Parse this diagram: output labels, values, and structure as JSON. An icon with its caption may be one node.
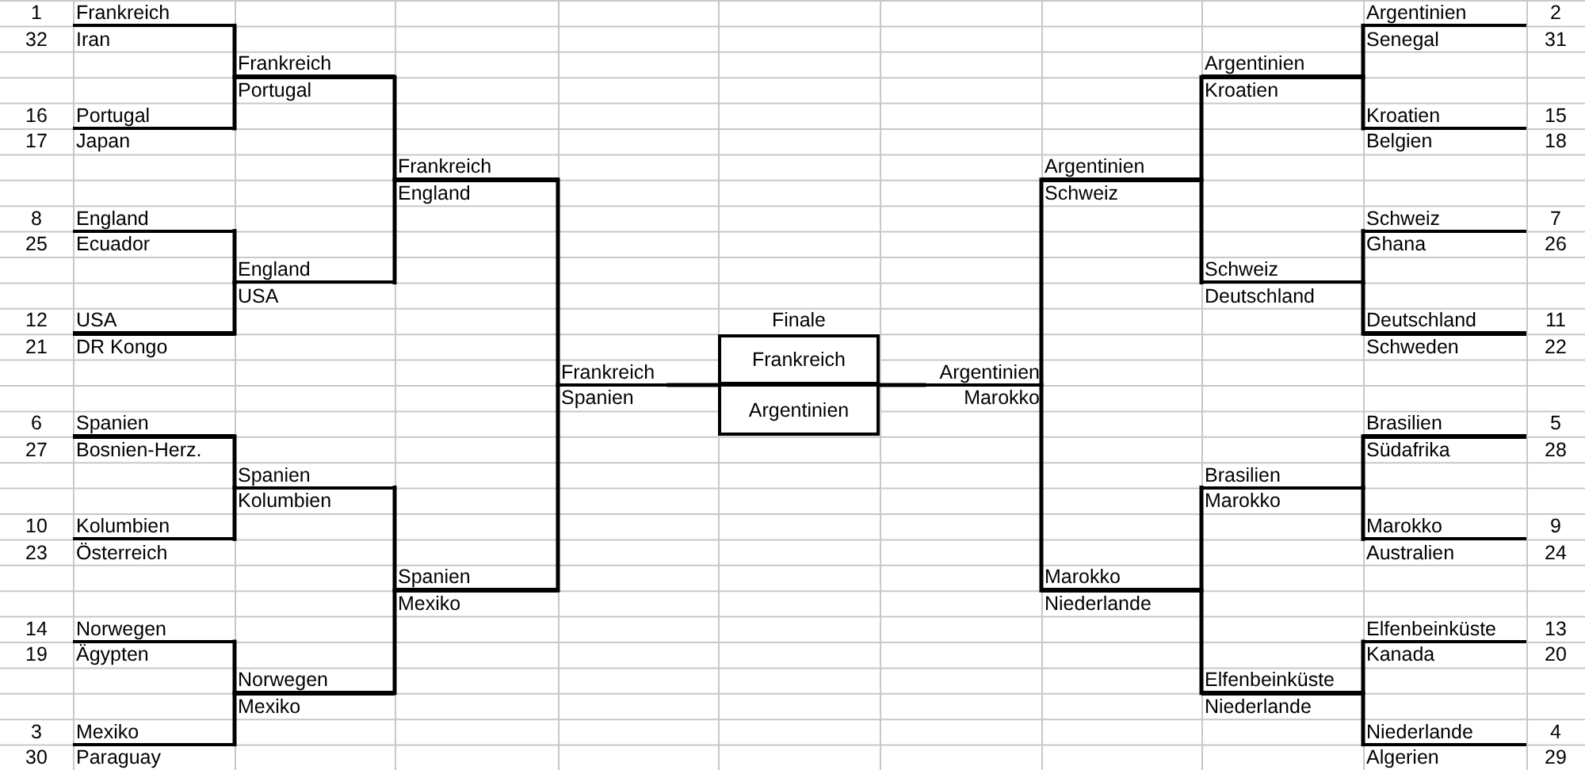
{
  "diagram": {
    "nodes": [
      {
        "text": [
          "Frankreich",
          "Iran"
        ],
        "beside": [
          "1",
          "32"
        ]
      },
      {
        "text": [
          "Portugal",
          "Japan"
        ],
        "beside": [
          "16",
          "17"
        ]
      },
      {
        "text": [
          "England",
          "Ecuador"
        ],
        "beside": [
          "8",
          "25"
        ]
      },
      {
        "text": [
          "USA",
          "DR Kongo"
        ],
        "beside": [
          "12",
          "21"
        ]
      },
      {
        "text": [
          "Spanien",
          "Bosnien-Herz."
        ],
        "beside": [
          "6",
          "27"
        ]
      },
      {
        "text": [
          "Kolumbien",
          "Österreich"
        ],
        "beside": [
          "10",
          "23"
        ]
      },
      {
        "text": [
          "Norwegen",
          "Ägypten"
        ],
        "beside": [
          "14",
          "19"
        ]
      },
      {
        "text": [
          "Mexiko",
          "Paraguay"
        ],
        "beside": [
          "3",
          "30"
        ]
      },
      {
        "text": [
          "Frankreich",
          "Portugal"
        ]
      },
      {
        "text": [
          "England",
          "USA"
        ]
      },
      {
        "text": [
          "Spanien",
          "Kolumbien"
        ]
      },
      {
        "text": [
          "Norwegen",
          "Mexiko"
        ]
      },
      {
        "text": [
          "Frankreich",
          "England"
        ]
      },
      {
        "text": [
          "Spanien",
          "Mexiko"
        ]
      },
      {
        "text": [
          "Frankreich",
          "Spanien"
        ]
      },
      {
        "text": [
          "Finale",
          "Frankreich",
          "Argentinien"
        ]
      },
      {
        "text": [
          "Argentinien",
          "Marokko"
        ]
      },
      {
        "text": [
          "Argentinien",
          "Schweiz"
        ]
      },
      {
        "text": [
          "Marokko",
          "Niederlande"
        ]
      },
      {
        "text": [
          "Argentinien",
          "Kroatien"
        ]
      },
      {
        "text": [
          "Schweiz",
          "Deutschland"
        ]
      },
      {
        "text": [
          "Brasilien",
          "Marokko"
        ]
      },
      {
        "text": [
          "Elfenbeinküste",
          "Niederlande"
        ]
      },
      {
        "text": [
          "Argentinien",
          "Senegal"
        ],
        "beside": [
          "2",
          "31"
        ]
      },
      {
        "text": [
          "Kroatien",
          "Belgien"
        ],
        "beside": [
          "15",
          "18"
        ]
      },
      {
        "text": [
          "Schweiz",
          "Ghana"
        ],
        "beside": [
          "7",
          "26"
        ]
      },
      {
        "text": [
          "Deutschland",
          "Schweden"
        ],
        "beside": [
          "11",
          "22"
        ]
      },
      {
        "text": [
          "Brasilien",
          "Südafrika"
        ],
        "beside": [
          "5",
          "28"
        ]
      },
      {
        "text": [
          "Marokko",
          "Australien"
        ],
        "beside": [
          "9",
          "24"
        ]
      },
      {
        "text": [
          "Elfenbeinküste",
          "Kanada"
        ],
        "beside": [
          "13",
          "20"
        ]
      },
      {
        "text": [
          "Niederlande",
          "Algerien"
        ],
        "beside": [
          "4",
          "29"
        ]
      }
    ],
    "edges": [
      {
        "from": 0,
        "to": 8,
        "arrow": "none"
      },
      {
        "from": 1,
        "to": 8,
        "arrow": "none"
      },
      {
        "from": 2,
        "to": 9,
        "arrow": "none"
      },
      {
        "from": 3,
        "to": 9,
        "arrow": "none"
      },
      {
        "from": 4,
        "to": 10,
        "arrow": "none"
      },
      {
        "from": 5,
        "to": 10,
        "arrow": "none"
      },
      {
        "from": 6,
        "to": 11,
        "arrow": "none"
      },
      {
        "from": 7,
        "to": 11,
        "arrow": "none"
      },
      {
        "from": 8,
        "to": 12,
        "arrow": "none"
      },
      {
        "from": 9,
        "to": 12,
        "arrow": "none"
      },
      {
        "from": 10,
        "to": 13,
        "arrow": "none"
      },
      {
        "from": 11,
        "to": 13,
        "arrow": "none"
      },
      {
        "from": 12,
        "to": 14,
        "arrow": "none"
      },
      {
        "from": 13,
        "to": 14,
        "arrow": "none"
      },
      {
        "from": 14,
        "to": 15,
        "arrow": "none"
      },
      {
        "from": 16,
        "to": 15,
        "arrow": "none"
      },
      {
        "from": 17,
        "to": 16,
        "arrow": "none"
      },
      {
        "from": 18,
        "to": 16,
        "arrow": "none"
      },
      {
        "from": 19,
        "to": 17,
        "arrow": "none"
      },
      {
        "from": 20,
        "to": 17,
        "arrow": "none"
      },
      {
        "from": 21,
        "to": 18,
        "arrow": "none"
      },
      {
        "from": 22,
        "to": 18,
        "arrow": "none"
      },
      {
        "from": 23,
        "to": 19,
        "arrow": "none"
      },
      {
        "from": 24,
        "to": 19,
        "arrow": "none"
      },
      {
        "from": 25,
        "to": 20,
        "arrow": "none"
      },
      {
        "from": 26,
        "to": 20,
        "arrow": "none"
      },
      {
        "from": 27,
        "to": 21,
        "arrow": "none"
      },
      {
        "from": 28,
        "to": 21,
        "arrow": "none"
      },
      {
        "from": 29,
        "to": 22,
        "arrow": "none"
      },
      {
        "from": 30,
        "to": 22,
        "arrow": "none"
      }
    ]
  }
}
